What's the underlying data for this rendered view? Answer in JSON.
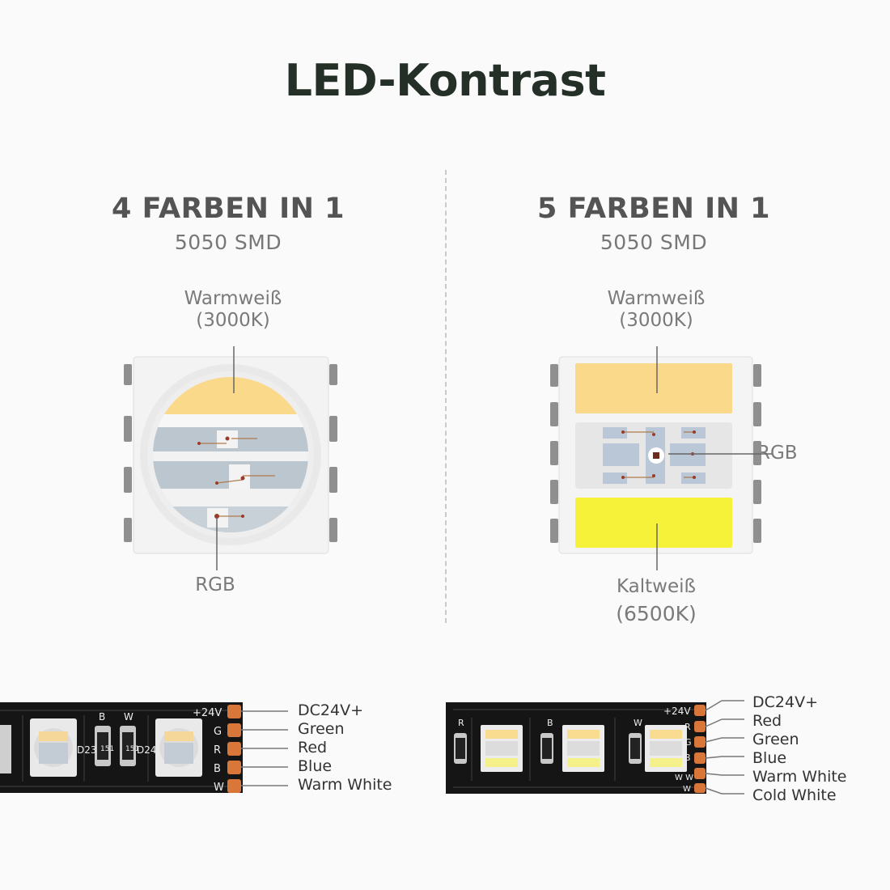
{
  "title": "LED-Kontrast",
  "left": {
    "heading": "4 FARBEN IN 1",
    "subheading": "5050 SMD",
    "warm_label_line1": "Warmweiß",
    "warm_label_line2": "(3000K)",
    "rgb_label": "RGB",
    "chip_component_labels": [
      "D23",
      "151",
      "151",
      "D24",
      "B",
      "W",
      "+24V",
      "G",
      "R",
      "B",
      "W"
    ],
    "pins": [
      "DC24V+",
      "Green",
      "Red",
      "Blue",
      "Warm White"
    ]
  },
  "right": {
    "heading": "5 FARBEN IN 1",
    "subheading": "5050 SMD",
    "warm_label_line1": "Warmweiß",
    "warm_label_line2": "(3000K)",
    "rgb_label": "RGB",
    "cold_label_line1": "Kaltweiß",
    "cold_label_line2": "(6500K)",
    "chip_component_labels": [
      "R",
      "B",
      "W",
      "+24V",
      "R",
      "G",
      "B",
      "W W",
      "W"
    ],
    "pins": [
      "DC24V+",
      "Red",
      "Green",
      "Blue",
      "Warm White",
      "Cold White"
    ]
  },
  "colors": {
    "title": "#243027",
    "warm_white": "#fbd98a",
    "cold_white": "#f6f23a",
    "pad": "#d9773a",
    "strip": "#151515"
  }
}
